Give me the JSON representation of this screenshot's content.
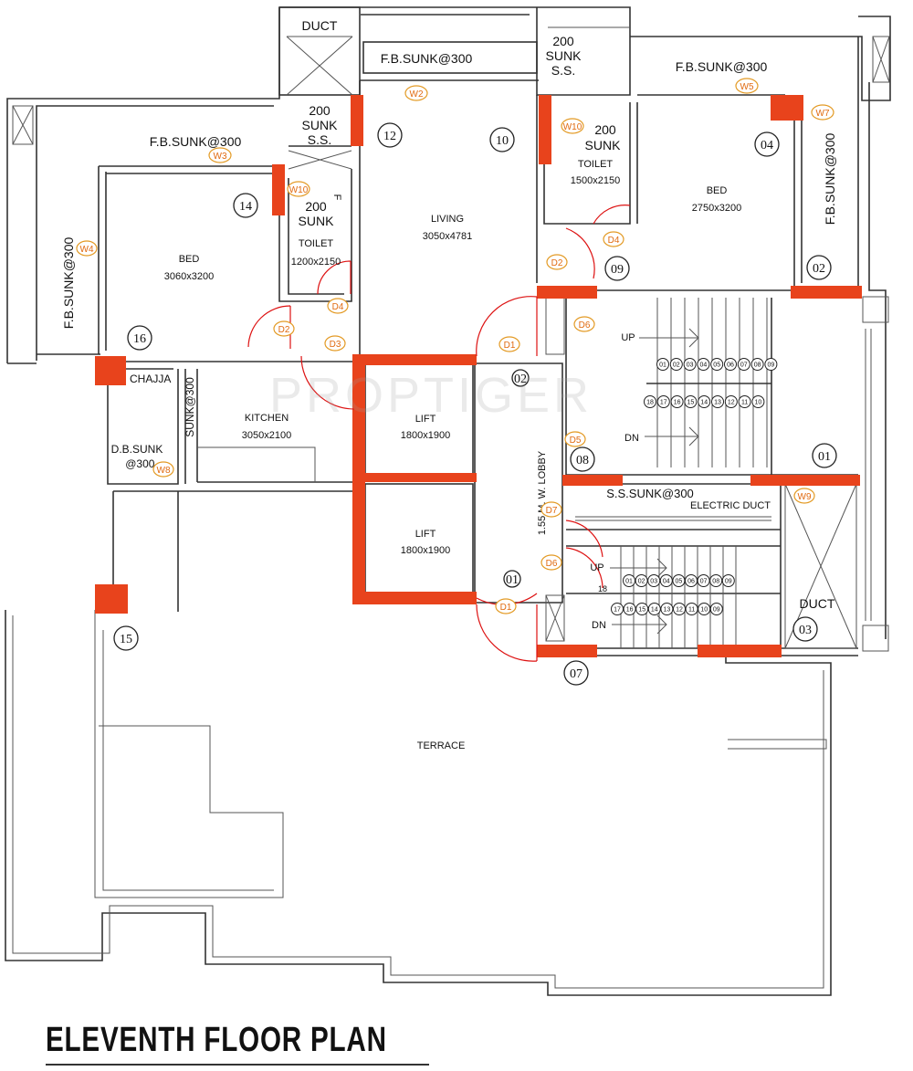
{
  "title": "ELEVENTH FLOOR PLAN",
  "watermark": "PROPTIGER",
  "colors": {
    "structure_red": "#e8431c",
    "window_tag": "#e39a24",
    "door_swing": "#dd1111",
    "line": "#333333"
  },
  "rooms": {
    "living": {
      "name": "LIVING",
      "size": "3050x4781"
    },
    "bed_left": {
      "name": "BED",
      "size": "3060x3200"
    },
    "bed_right": {
      "name": "BED",
      "size": "2750x3200"
    },
    "kitchen": {
      "name": "KITCHEN",
      "size": "3050x2100"
    },
    "toilet_left": {
      "name": "TOILET",
      "size": "1200x2150"
    },
    "toilet_right": {
      "name": "TOILET",
      "size": "1500x2150"
    },
    "lift_1": {
      "name": "LIFT",
      "size": "1800x1900"
    },
    "lift_2": {
      "name": "LIFT",
      "size": "1800x1900"
    },
    "lobby": "1.55 M. W. LOBBY",
    "terrace": "TERRACE",
    "chajja": "CHAJJA"
  },
  "labels": {
    "duct_top": "DUCT",
    "duct_right": "DUCT",
    "fb_sunk": "F.B.SUNK@300",
    "sunk_200": "200",
    "sunk_word": "SUNK",
    "ss": "S.S.",
    "f_mark": "F",
    "db_sunk_1": "D.B.SUNK",
    "db_sunk_2": "@300.",
    "sunk_vertical": "SUNK@300",
    "ss_sunk": "S.S.SUNK@300",
    "electric_duct": "ELECTRIC DUCT",
    "up": "UP",
    "dn": "DN",
    "up_2": "UP",
    "dn_2": "DN"
  },
  "unit_numbers": [
    "12",
    "10",
    "04",
    "14",
    "09",
    "02",
    "16",
    "08",
    "01",
    "15",
    "03",
    "07"
  ],
  "lobby_marks": [
    "02",
    "01"
  ],
  "window_tags": [
    "W2",
    "W3",
    "W5",
    "W7",
    "W10",
    "W10",
    "W4",
    "W8",
    "W9"
  ],
  "door_tags": [
    "D2",
    "D4",
    "D2",
    "D3",
    "D1",
    "D1",
    "D5",
    "D6",
    "D7",
    "D6",
    "D4"
  ],
  "stairs": {
    "upper_top": [
      "01",
      "02",
      "03",
      "04",
      "05",
      "06",
      "07",
      "08",
      "09"
    ],
    "upper_bottom": [
      "18",
      "17",
      "16",
      "15",
      "14",
      "13",
      "12",
      "11",
      "10"
    ],
    "lower_top": [
      "01",
      "02",
      "03",
      "04",
      "05",
      "06",
      "07",
      "08",
      "09"
    ],
    "lower_bottom": [
      "17",
      "16",
      "15",
      "14",
      "13",
      "12",
      "11",
      "10",
      "09"
    ],
    "landing_mark": "18"
  }
}
